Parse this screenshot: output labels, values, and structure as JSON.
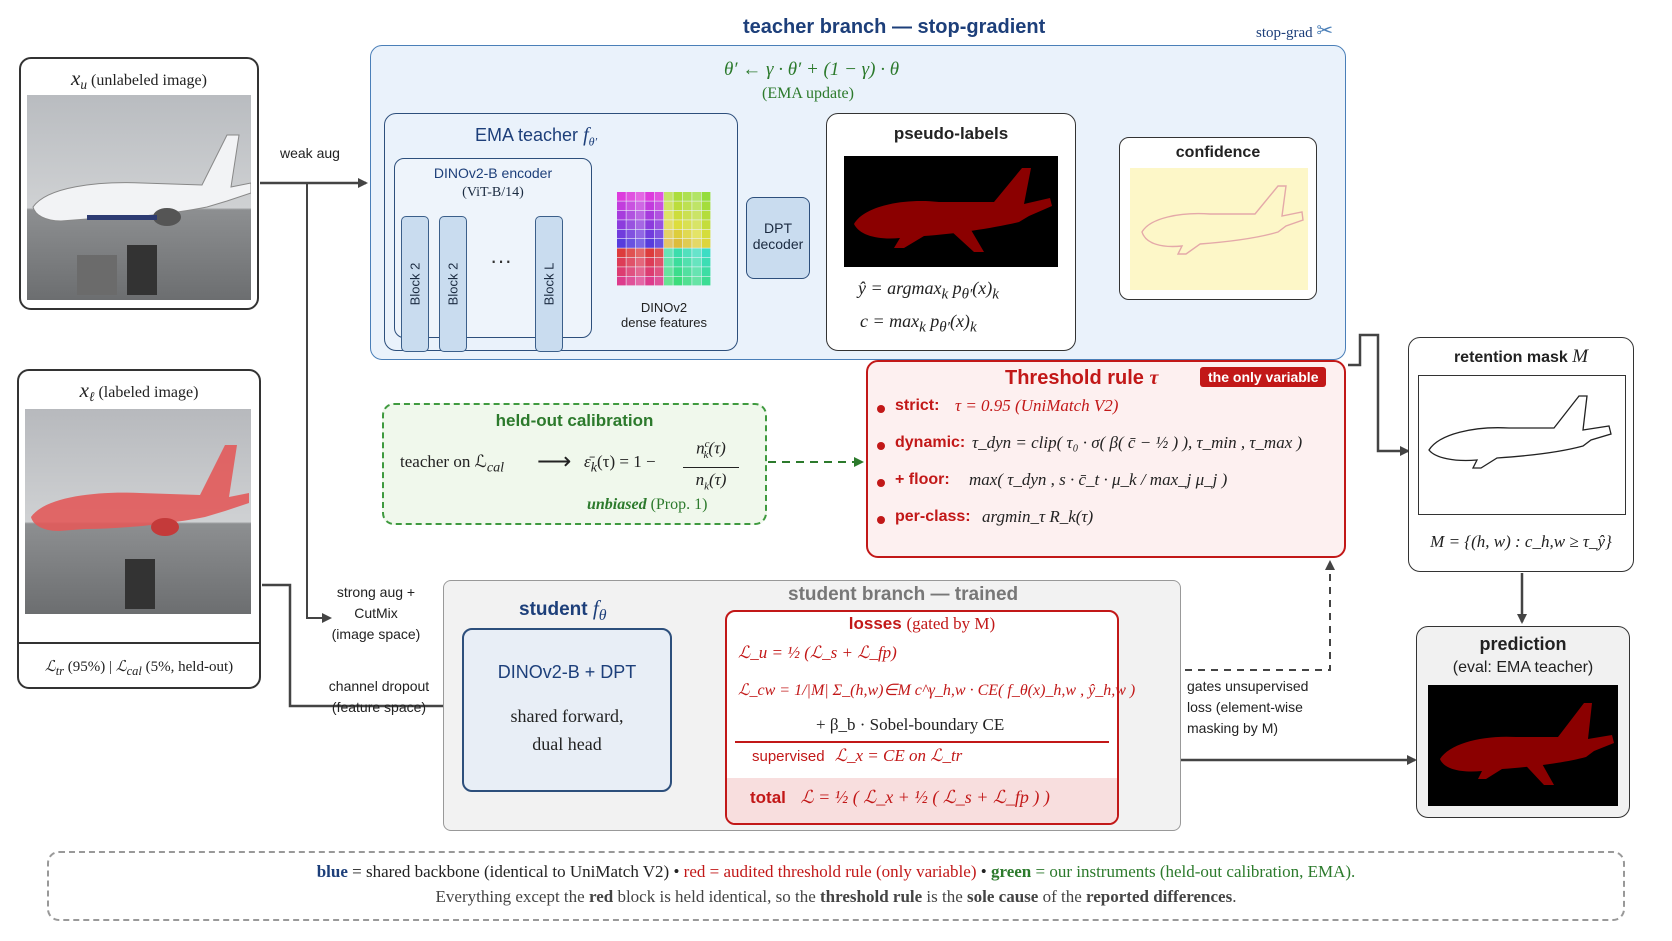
{
  "teacher_branch": {
    "title": "teacher branch — stop-gradient",
    "stop_grad": "stop-grad",
    "ema_formula": "θ′ ← γ · θ′ + (1 − γ) · θ",
    "ema_note": "(EMA update)",
    "ema_teacher": {
      "title_text": "EMA teacher",
      "title_math": "f",
      "title_sub": "θ′",
      "encoder_title": "DINOv2-B encoder",
      "encoder_sub": "(ViT-B/14)",
      "blocks": [
        "Block 2",
        "Block 2",
        "Block L"
      ],
      "ellipsis": "···",
      "features_label_1": "DINOv2",
      "features_label_2": "dense features",
      "decoder_line1": "DPT",
      "decoder_line2": "decoder"
    },
    "pseudo_labels": {
      "title": "pseudo-labels",
      "eq1": "ŷ = argmax",
      "eq1_sub": "k",
      "eq1_rest": "p",
      "eq1_tail": "(x)",
      "eq2": "c = max",
      "eq2_sub": "k",
      "eq2_rest": "p",
      "eq2_tail": "(x)"
    },
    "confidence": {
      "title": "confidence"
    }
  },
  "unlabeled": {
    "var": "x",
    "var_sub": "u",
    "caption": "(unlabeled image)"
  },
  "labeled": {
    "var": "x",
    "var_sub": "ℓ",
    "caption": "(labeled image)",
    "split_a": "(95%)",
    "split_sep": "|",
    "split_b": "(5%, held-out)",
    "split_a_sym": "ℒ",
    "split_a_sub": "tr",
    "split_b_sym": "ℒ",
    "split_b_sub": "cal"
  },
  "edges": {
    "weak_aug": "weak aug",
    "strong_aug_1": "strong aug +",
    "strong_aug_2": "CutMix",
    "strong_aug_3": "(image space)",
    "dropout_1": "channel dropout",
    "dropout_2": "(feature space)",
    "gates_1": "gates unsupervised",
    "gates_2": "loss (element-wise",
    "gates_3": "masking by M)"
  },
  "calibration": {
    "title": "held-out calibration",
    "lhs": "teacher on ℒ",
    "lhs_sub": "cal",
    "eq_left": "ε̄",
    "eq_left_sub": "k",
    "eq_mid": "(τ) = 1 −",
    "num": "n",
    "num_sup": "c",
    "num_sub": "k",
    "num_tail": "(τ)",
    "den": "n",
    "den_sub": "k",
    "den_tail": "(τ)",
    "note_em": "unbiased",
    "note": "(Prop. 1)"
  },
  "threshold": {
    "title": "Threshold rule",
    "title_math": "τ",
    "badge": "the only variable",
    "rules": [
      {
        "label": "strict:",
        "body": "τ = 0.95 (UniMatch V2)"
      },
      {
        "label": "dynamic:",
        "body": "τ_dyn = clip( τ₀ · σ( β( c̄ − ½ ) ), τ_min , τ_max )"
      },
      {
        "label": "+ floor:",
        "body": "max( τ_dyn , s · c̄_t · μ_k / max_j μ_j )"
      },
      {
        "label": "per-class:",
        "body": "argmin_τ  R_k(τ)"
      }
    ]
  },
  "retention": {
    "title": "retention mask",
    "title_math": "M",
    "formula": "M = {(h, w) : c_h,w ≥ τ_ŷ}"
  },
  "prediction": {
    "title": "prediction",
    "subtitle": "(eval: EMA teacher)"
  },
  "student_branch": {
    "title": "student branch — trained",
    "student_title": "student",
    "student_math": "f",
    "student_sub": "θ",
    "backbone": "DINOv2-B + DPT",
    "shared_1": "shared forward,",
    "shared_2": "dual head"
  },
  "losses": {
    "title": "losses",
    "title_note": "(gated by M)",
    "lu": "ℒ_u = ½ (ℒ_s + ℒ_fp)",
    "lcw": "ℒ_cw = 1/|M| Σ_(h,w)∈M c^γ_h,w · CE( f_θ(x)_h,w , ŷ_h,w )",
    "boundary": "+ β_b · Sobel-boundary CE",
    "sup_label": "supervised",
    "sup_eq": "ℒ_x = CE on ℒ_tr",
    "total_label": "total",
    "total_eq": "ℒ = ½ ( ℒ_x + ½ ( ℒ_s + ℒ_fp ) )"
  },
  "legend": {
    "blue_key": "blue",
    "blue_text": "= shared backbone (identical to UniMatch V2)",
    "dot": "•",
    "red_text": "red = audited threshold rule (only variable)",
    "green_key": "green",
    "green_text": "= our instruments (held-out calibration, EMA).",
    "line2_a": "Everything except the",
    "line2_b": "red",
    "line2_c": "block is held identical, so the",
    "line2_d": "threshold rule",
    "line2_e": "is the",
    "line2_f": "sole cause",
    "line2_g": "of the",
    "line2_h": "reported differences",
    "line2_i": "."
  },
  "colors": {
    "teacher_bg": "#eaf2fb",
    "teacher_border": "#4a7fb8",
    "threshold_border": "#c21818",
    "threshold_bg": "#fdf0f0",
    "calibration_border": "#3f9a3f",
    "calibration_bg": "#f0f8ec",
    "student_bg": "#f2f2f2",
    "mask_red": "#8b0000"
  }
}
